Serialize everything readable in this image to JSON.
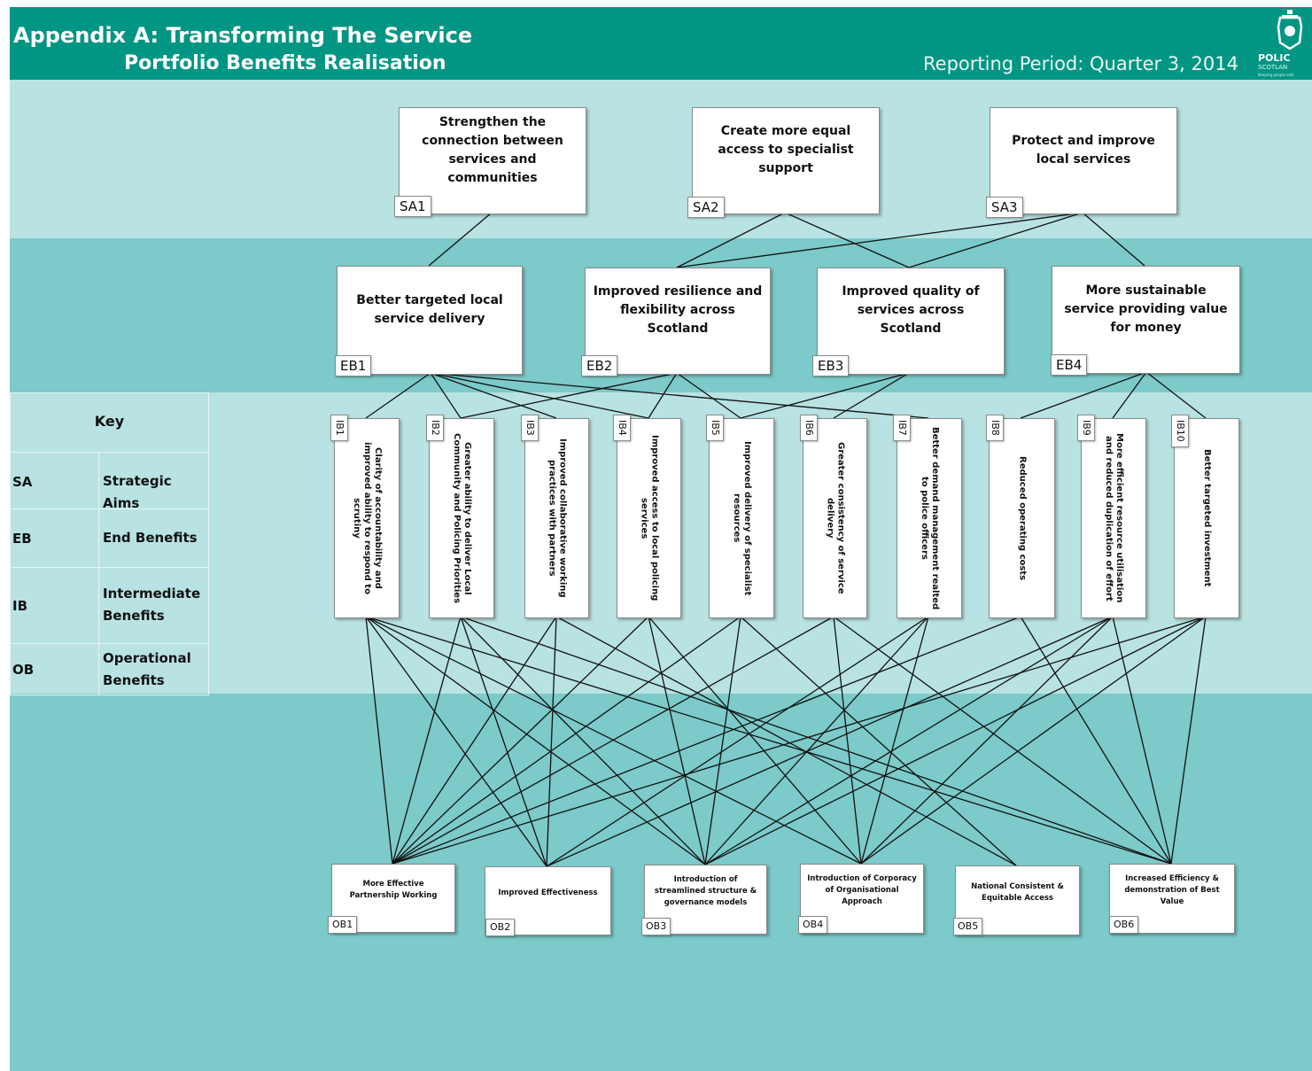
{
  "header": {
    "title_line1": "Appendix A: Transforming The Service",
    "title_line2": "Portfolio Benefits Realisation",
    "reporting_period": "Reporting Period: Quarter 3, 2014",
    "logo_text1": "POLIC",
    "logo_text2": "SCOTLAN",
    "logo_text3": "Keeping people safe"
  },
  "colors": {
    "header_bg": "#009683",
    "band_light": "#b8e3e2",
    "band_mid": "#7ccac9",
    "line": "#111111",
    "box_bg": "#ffffff"
  },
  "key": {
    "title": "Key",
    "rows": [
      {
        "abbr": "SA",
        "full": "Strategic Aims"
      },
      {
        "abbr": "EB",
        "full": "End Benefits"
      },
      {
        "abbr": "IB",
        "full": "Intermediate Benefits"
      },
      {
        "abbr": "OB",
        "full": "Operational Benefits"
      }
    ]
  },
  "strategic_aims": [
    {
      "code": "SA1",
      "label": "Strengthen the connection between services and communities"
    },
    {
      "code": "SA2",
      "label": "Create more equal access to specialist support"
    },
    {
      "code": "SA3",
      "label": "Protect and improve local services"
    }
  ],
  "end_benefits": [
    {
      "code": "EB1",
      "label": "Better targeted local service delivery"
    },
    {
      "code": "EB2",
      "label": "Improved resilience and flexibility across Scotland"
    },
    {
      "code": "EB3",
      "label": "Improved quality of services across Scotland"
    },
    {
      "code": "EB4",
      "label": "More sustainable service providing value for money"
    }
  ],
  "intermediate_benefits": [
    {
      "code": "IB1",
      "label": "Clarity of accountability and improved ability to respond to scrutiny"
    },
    {
      "code": "IB2",
      "label": "Greater ability to deliver Local Community and Policing Priorities"
    },
    {
      "code": "IB3",
      "label": "Improved collaborative working practices with partners"
    },
    {
      "code": "IB4",
      "label": "Improved access to local policing services"
    },
    {
      "code": "IB5",
      "label": "Improved delivery of specialist resources"
    },
    {
      "code": "IB6",
      "label": "Greater consistency of service delivery"
    },
    {
      "code": "IB7",
      "label": "Better demand management realted to police officers"
    },
    {
      "code": "IB8",
      "label": "Reduced operating costs"
    },
    {
      "code": "IB9",
      "label": "More efficient resource utilisation and reduced duplication of effort"
    },
    {
      "code": "IB10",
      "label": "Better targeted investment"
    }
  ],
  "operational_benefits": [
    {
      "code": "OB1",
      "label": "More Effective Partnership Working"
    },
    {
      "code": "OB2",
      "label": "Improved Effectiveness"
    },
    {
      "code": "OB3",
      "label": "Introduction of streamlined structure & governance models"
    },
    {
      "code": "OB4",
      "label": "Introduction of Corporacy of Organisational Approach"
    },
    {
      "code": "OB5",
      "label": "National Consistent & Equitable Access"
    },
    {
      "code": "OB6",
      "label": "Increased Efficiency & demonstration of Best Value"
    }
  ],
  "links": {
    "sa_eb": [
      [
        "SA1",
        "EB1"
      ],
      [
        "SA2",
        "EB2"
      ],
      [
        "SA2",
        "EB3"
      ],
      [
        "SA3",
        "EB2"
      ],
      [
        "SA3",
        "EB3"
      ],
      [
        "SA3",
        "EB4"
      ]
    ],
    "eb_ib": [
      [
        "EB1",
        "IB1"
      ],
      [
        "EB1",
        "IB2"
      ],
      [
        "EB1",
        "IB3"
      ],
      [
        "EB1",
        "IB4"
      ],
      [
        "EB1",
        "IB7"
      ],
      [
        "EB2",
        "IB2"
      ],
      [
        "EB2",
        "IB4"
      ],
      [
        "EB2",
        "IB5"
      ],
      [
        "EB3",
        "IB5"
      ],
      [
        "EB3",
        "IB6"
      ],
      [
        "EB4",
        "IB8"
      ],
      [
        "EB4",
        "IB9"
      ],
      [
        "EB4",
        "IB10"
      ]
    ],
    "ib_ob": [
      [
        "IB1",
        "OB1"
      ],
      [
        "IB1",
        "OB2"
      ],
      [
        "IB1",
        "OB3"
      ],
      [
        "IB1",
        "OB4"
      ],
      [
        "IB1",
        "OB6"
      ],
      [
        "IB2",
        "OB1"
      ],
      [
        "IB2",
        "OB2"
      ],
      [
        "IB2",
        "OB3"
      ],
      [
        "IB2",
        "OB6"
      ],
      [
        "IB3",
        "OB1"
      ],
      [
        "IB3",
        "OB2"
      ],
      [
        "IB3",
        "OB5"
      ],
      [
        "IB4",
        "OB1"
      ],
      [
        "IB4",
        "OB3"
      ],
      [
        "IB4",
        "OB4"
      ],
      [
        "IB5",
        "OB1"
      ],
      [
        "IB5",
        "OB3"
      ],
      [
        "IB5",
        "OB5"
      ],
      [
        "IB6",
        "OB1"
      ],
      [
        "IB6",
        "OB4"
      ],
      [
        "IB6",
        "OB6"
      ],
      [
        "IB7",
        "OB2"
      ],
      [
        "IB7",
        "OB3"
      ],
      [
        "IB7",
        "OB4"
      ],
      [
        "IB8",
        "OB1"
      ],
      [
        "IB8",
        "OB6"
      ],
      [
        "IB9",
        "OB2"
      ],
      [
        "IB9",
        "OB3"
      ],
      [
        "IB9",
        "OB4"
      ],
      [
        "IB9",
        "OB6"
      ],
      [
        "IB10",
        "OB1"
      ],
      [
        "IB10",
        "OB3"
      ],
      [
        "IB10",
        "OB4"
      ],
      [
        "IB10",
        "OB6"
      ]
    ]
  }
}
